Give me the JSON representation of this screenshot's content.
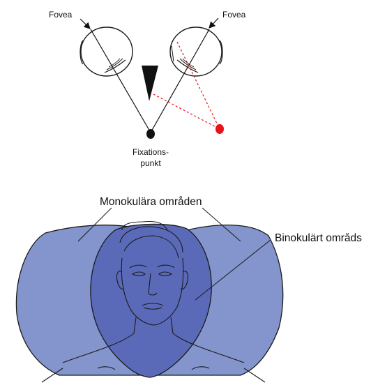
{
  "diagram": {
    "fovea_left_label": "Fovea",
    "fovea_right_label": "Fovea",
    "fixation_label_line1": "Fixations-",
    "fixation_label_line2": "punkt",
    "monocular_label": "Monokulära områden",
    "binocular_label": "Binokulärt områds"
  },
  "colors": {
    "monocular_fill": "#8494cc",
    "binocular_fill": "#5a6ab8",
    "outline": "#1a1a1a",
    "red_point": "#e8141c",
    "fixation_point": "#111111",
    "background": "#ffffff"
  }
}
